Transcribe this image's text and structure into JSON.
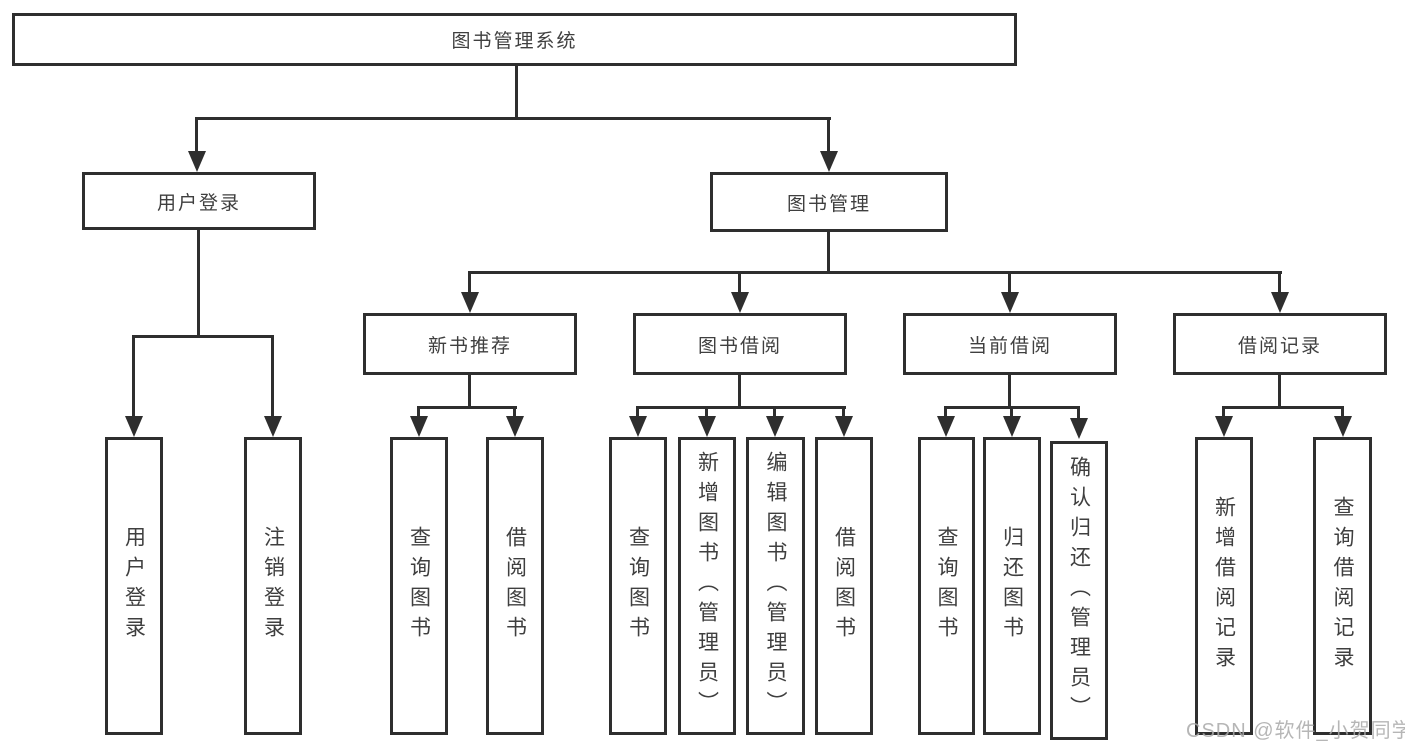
{
  "tree": {
    "label": "图书管理系统",
    "children": [
      {
        "label": "用户登录",
        "children": [
          {
            "label": "用户登录"
          },
          {
            "label": "注销登录"
          }
        ]
      },
      {
        "label": "图书管理",
        "children": [
          {
            "label": "新书推荐",
            "children": [
              {
                "label": "查询图书"
              },
              {
                "label": "借阅图书"
              }
            ]
          },
          {
            "label": "图书借阅",
            "children": [
              {
                "label": "查询图书"
              },
              {
                "label": "新增图书（管理员）"
              },
              {
                "label": "编辑图书（管理员）"
              },
              {
                "label": "借阅图书"
              }
            ]
          },
          {
            "label": "当前借阅",
            "children": [
              {
                "label": "查询图书"
              },
              {
                "label": "归还图书"
              },
              {
                "label": "确认归还（管理员）"
              }
            ]
          },
          {
            "label": "借阅记录",
            "children": [
              {
                "label": "新增借阅记录"
              },
              {
                "label": "查询借阅记录"
              }
            ]
          }
        ]
      }
    ]
  },
  "watermark": "CSDN @软件_小贺同学",
  "colors": {
    "line": "#2e2e2e",
    "text": "#3f3f3f",
    "box-fill": "#ffffff",
    "watermark": "#aaaaaa"
  }
}
